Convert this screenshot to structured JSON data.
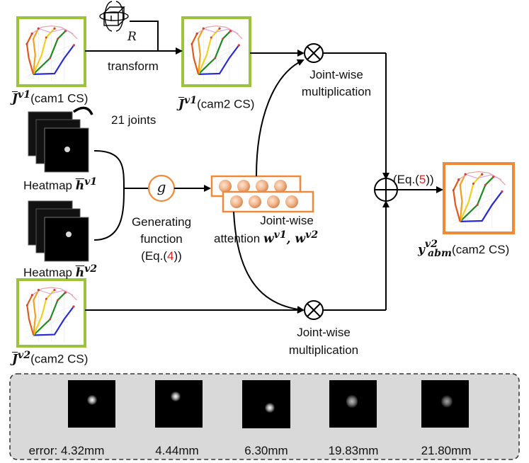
{
  "labels": {
    "rotation": "R",
    "transform": "transform",
    "j_v1_cam1_sym": "J",
    "j_v1_cam1_sup": "v1",
    "j_v1_cam1_cs": "(cam1 CS)",
    "j_v1_cam2_sym": "J",
    "j_v1_cam2_sup": "v1",
    "j_v1_cam2_cs": "(cam2 CS)",
    "joints": "21 joints",
    "heatmap1_prefix": "Heatmap ",
    "heatmap1_sym": "h",
    "heatmap1_sup": "v1",
    "heatmap2_prefix": "Heatmap ",
    "heatmap2_sym": "h",
    "heatmap2_sup": "v2",
    "g": "g",
    "gen_line1": "Generating",
    "gen_line2": "function",
    "gen_eq_pre": "(Eq.(",
    "gen_eq_num": "4",
    "gen_eq_post": "))",
    "attn_line1": "Joint-wise",
    "attn_prefix": "attention ",
    "attn_w1": "w",
    "attn_w1_sup": "v1",
    "attn_sep": ", ",
    "attn_w2": "w",
    "attn_w2_sup": "v2",
    "mult_top_1": "Joint-wise",
    "mult_top_2": "multiplication",
    "mult_bot_1": "Joint-wise",
    "mult_bot_2": "multiplication",
    "eq5_pre": "(Eq.(",
    "eq5_num": "5",
    "eq5_post": "))",
    "y_sym": "y",
    "y_sup": "v2",
    "y_sub": "abm",
    "y_cs": "(cam2 CS)",
    "j_v2_sym": "J",
    "j_v2_sup": "v2",
    "j_v2_cs": "(cam2 CS)"
  },
  "examples": [
    {
      "error": "error: 4.32mm"
    },
    {
      "error": "4.44mm"
    },
    {
      "error": "6.30mm"
    },
    {
      "error": "19.83mm"
    },
    {
      "error": "21.80mm"
    }
  ],
  "colors": {
    "pose_frame_green": "#9dc23b",
    "pose_frame_orange": "#ef8a3a",
    "attention_orange": "#ef8a3a",
    "equation_ref": "#e02020",
    "panel_bg": "#d9d9d9"
  },
  "icons": [
    "rotation-cube-icon",
    "multiply-circle-icon",
    "add-circle-icon",
    "g-circle-icon"
  ]
}
